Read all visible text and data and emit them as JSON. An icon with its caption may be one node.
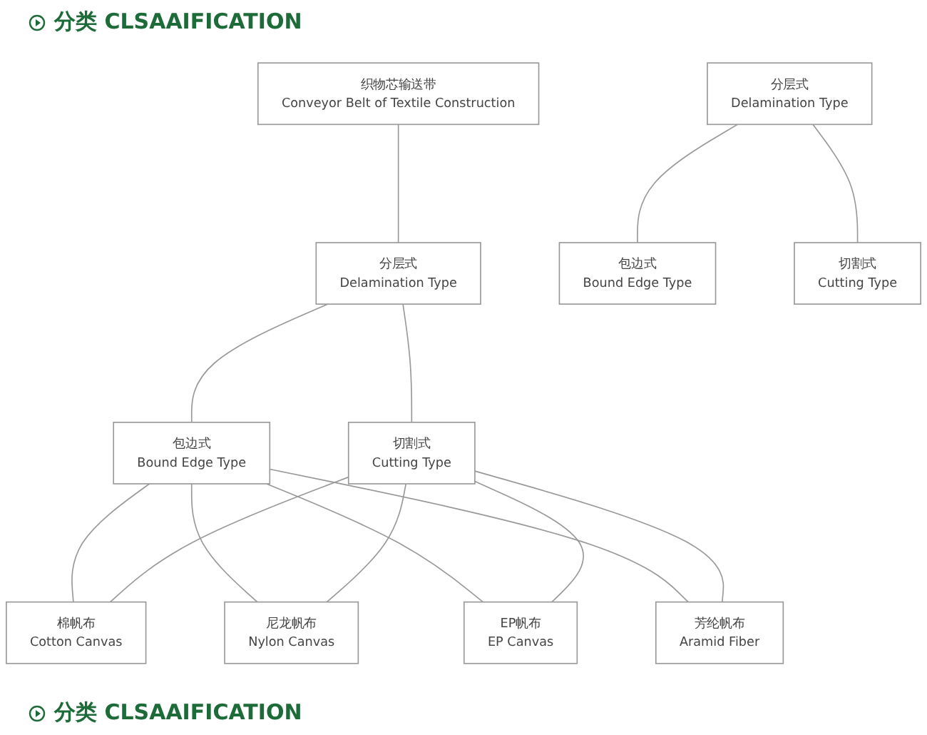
{
  "diagram": {
    "nodes": [
      {
        "text": [
          "织物芯输送带",
          "Conveyor Belt of Textile Construction"
        ]
      },
      {
        "text": [
          "分层式",
          "Delamination Type"
        ]
      },
      {
        "text": [
          "包边式",
          "Bound Edge Type"
        ]
      },
      {
        "text": [
          "切割式",
          "Cutting Type"
        ]
      },
      {
        "text": [
          "棉帆布",
          "Cotton Canvas"
        ]
      },
      {
        "text": [
          "尼龙帆布",
          "Nylon Canvas"
        ]
      },
      {
        "text": [
          "EP帆布",
          "EP Canvas"
        ]
      },
      {
        "text": [
          "芳纶帆布",
          "Aramid Fiber"
        ]
      },
      {
        "text": [
          "分层式",
          "Delamination Type"
        ]
      },
      {
        "text": [
          "包边式",
          "Bound Edge Type"
        ]
      },
      {
        "text": [
          "切割式",
          "Cutting Type"
        ]
      }
    ],
    "edges": [
      {
        "from": 0,
        "to": 1,
        "arrow": "none"
      },
      {
        "from": 1,
        "to": 2,
        "arrow": "none"
      },
      {
        "from": 1,
        "to": 3,
        "arrow": "none"
      },
      {
        "from": 2,
        "to": 4,
        "arrow": "none"
      },
      {
        "from": 2,
        "to": 5,
        "arrow": "none"
      },
      {
        "from": 2,
        "to": 6,
        "arrow": "none"
      },
      {
        "from": 2,
        "to": 7,
        "arrow": "none"
      },
      {
        "from": 3,
        "to": 4,
        "arrow": "none"
      },
      {
        "from": 3,
        "to": 5,
        "arrow": "none"
      },
      {
        "from": 3,
        "to": 6,
        "arrow": "none"
      },
      {
        "from": 3,
        "to": 7,
        "arrow": "none"
      },
      {
        "from": 8,
        "to": 9,
        "arrow": "none"
      },
      {
        "from": 8,
        "to": 10,
        "arrow": "none"
      }
    ],
    "labels": [
      "分类 CLSAAIFICATION",
      "分类 CLSAAIFICATION"
    ]
  }
}
